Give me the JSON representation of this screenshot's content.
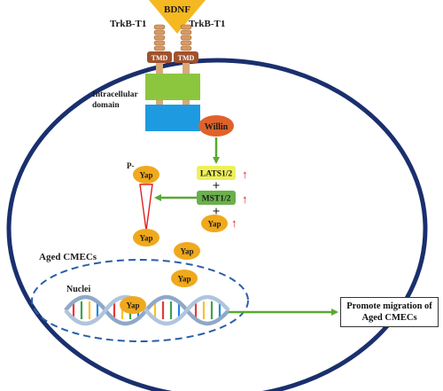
{
  "ligand": "BDNF",
  "receptor_left_label": "TrkB-T1",
  "receptor_right_label": "TrkB-T1",
  "tmd_label": "TMD",
  "intracellular_label_line1": "Intracellular",
  "intracellular_label_line2": "domain",
  "willin_label": "Willin",
  "lats_label": "LATS1/2",
  "mst_label": "MST1/2",
  "yap_label": "Yap",
  "phospho_prefix": "P-",
  "plus_sign": "+",
  "up_arrow": "↑",
  "cell_label": "Aged CMECs",
  "nuclei_label": "Nuclei",
  "outcome_line1": "Promote migration of",
  "outcome_line2": "Aged CMECs",
  "colors": {
    "membrane": "#1a2f6e",
    "ligand": "#f5b820",
    "tmd": "#a0522d",
    "receptor_green": "#8cc63f",
    "receptor_blue": "#1e9be0",
    "willin": "#e0622a",
    "lats": "#eef05a",
    "mst": "#6ab04c",
    "yap": "#f0a91c",
    "arrow_green": "#5aa832",
    "up_arrow_red": "#e02020",
    "nucleus_dash": "#2a5ea8"
  }
}
